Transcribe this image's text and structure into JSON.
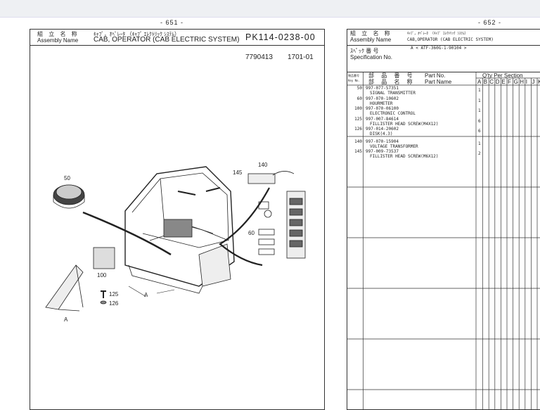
{
  "left_page": {
    "page_number": "- 651 -",
    "assembly_label_jp": "組 立 名 称",
    "assembly_label_en": "Assembly Name",
    "assembly_name_jp": "ｷｬﾌﾞ，ｵﾍﾟﾚｰﾀ （ｷｬﾌﾞ ｴﾚｸﾄﾘｯｸ ｼｽﾃﾑ）",
    "assembly_name_en": "CAB, OPERATOR (CAB ELECTRIC SYSTEM)",
    "part_code": "PK114-0238-00",
    "ref_number": "7790413",
    "ref_code": "1701-01",
    "callouts": [
      "50",
      "140",
      "145",
      "60",
      "100",
      "125",
      "126",
      "A",
      "A"
    ]
  },
  "right_page": {
    "page_number": "- 652 -",
    "assembly_label_jp": "組 立 名 称",
    "assembly_label_en": "Assembly Name",
    "assembly_name_jp": "ｷｬﾌﾞ，ｵﾍﾟﾚｰﾀ （ｷｬﾌﾞ ｴﾚｸﾄﾘｯｸ ｼｽﾃﾑ）",
    "assembly_name_en": "CAB,OPERATOR (CAB ELECTRIC SYSTEM)",
    "spec_value": "A < ATF-360G-1-90104      >",
    "spec_label_jp": "ｽﾍﾟｯｸ 番 号",
    "spec_label_en": "Specification  No.",
    "col_key_jp": "物品番号",
    "col_key_en": "Key No.",
    "col_part_no_jp": "部 品 番 号",
    "col_part_no_en": "Part  No.",
    "col_part_name_jp": "部 品 名 称",
    "col_part_name_en": "Part  Name",
    "col_qty": "Q'ty Per Section",
    "sections": [
      "A",
      "B",
      "C",
      "D",
      "E",
      "F",
      "G",
      "H",
      "I",
      "J",
      "K"
    ],
    "items": [
      {
        "key": "50",
        "part_no": "997-077-57351",
        "name": "SIGNAL TRANSMITTER",
        "qty": "1"
      },
      {
        "key": "60",
        "part_no": "997-070-10602",
        "name": "HOURMETER",
        "qty": "1"
      },
      {
        "key": "100",
        "part_no": "997-070-06100",
        "name": "ELECTRONIC CONTROL",
        "qty": "1"
      },
      {
        "key": "125",
        "part_no": "997-007-84614",
        "name": "FILLISTER HEAD SCREW(M4X12)",
        "qty": "6"
      },
      {
        "key": "126",
        "part_no": "997-014-20602",
        "name": "DISK(4.3)",
        "qty": "6"
      },
      {
        "key": "140",
        "part_no": "997-070-15904",
        "name": "VOLTAGE TRANSFORMER",
        "qty": "1"
      },
      {
        "key": "145",
        "part_no": "997-009-73537",
        "name": "FILLISTER HEAD SCREW(M6X12)",
        "qty": "2"
      }
    ]
  }
}
